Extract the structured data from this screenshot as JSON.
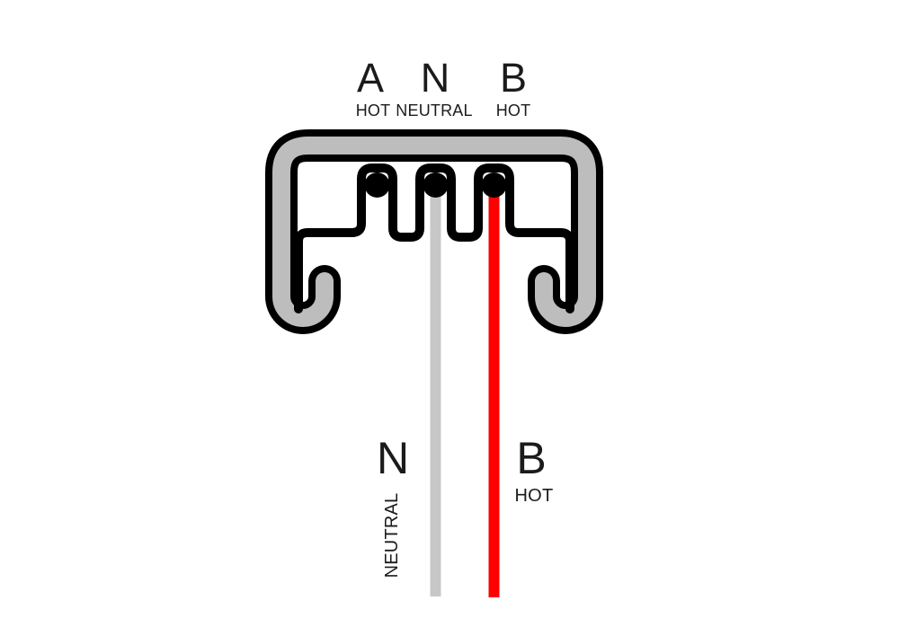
{
  "colors": {
    "background": "#ffffff",
    "outline_black": "#000000",
    "rail_gray": "#bdbdbd",
    "neutral_wire_gray": "#c7c7c7",
    "hot_wire_red": "#fe0000",
    "text": "#1b1b1b"
  },
  "terminals": [
    {
      "letter": "A",
      "type": "HOT"
    },
    {
      "letter": "N",
      "type": "NEUTRAL"
    },
    {
      "letter": "B",
      "type": "HOT"
    }
  ],
  "wires": [
    {
      "letter": "N",
      "label": "NEUTRAL",
      "color_name": "gray"
    },
    {
      "letter": "B",
      "label": "HOT",
      "color_name": "red"
    }
  ]
}
